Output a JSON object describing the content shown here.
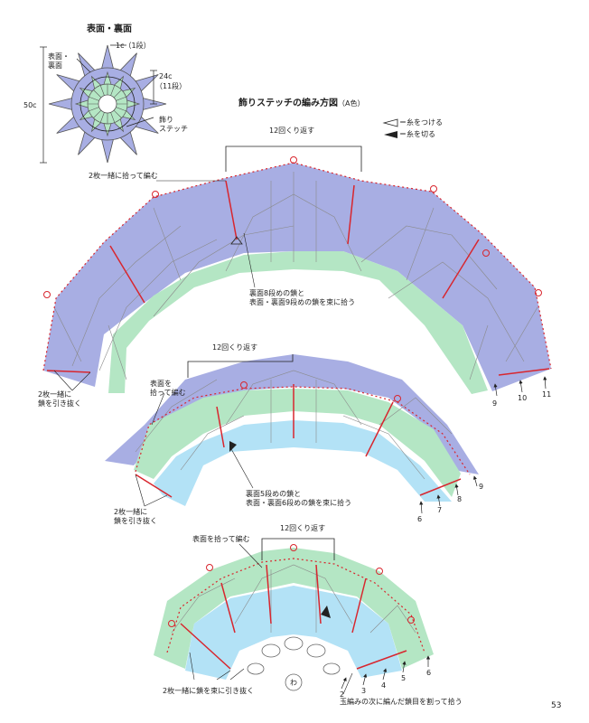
{
  "thumb": {
    "title": "表面・裏面",
    "label_front_back": "表面・\n裏面",
    "label_1c": "1c（1段）",
    "label_24c": "24c",
    "label_11": "（11段）",
    "label_50c": "50c",
    "label_deco": "飾り\nステッチ"
  },
  "chart_title": "飾りステッチの編み方図",
  "chart_title_color": "（A色）",
  "legend": {
    "attach": "＝糸をつける",
    "cut": "＝糸を切る"
  },
  "top": {
    "repeat": "12回くり返す",
    "pick2": "2枚一緒に拾って編む",
    "note": "裏面8段めの鎖と\n表面・裏面9段めの鎖を束に拾う",
    "pull": "2枚一緒に\n鎖を引き抜く",
    "rows": [
      "9",
      "10",
      "11"
    ]
  },
  "mid": {
    "repeat": "12回くり返す",
    "pick": "表面を\n拾って編む",
    "note": "裏面5段めの鎖と\n表面・裏面6段めの鎖を束に拾う",
    "pull": "2枚一緒に\n鎖を引き抜く",
    "rows": [
      "6",
      "7",
      "8",
      "9"
    ]
  },
  "bottom": {
    "repeat": "12回くり返す",
    "pick": "表面を拾って編む",
    "pull": "2枚一緒に鎖を束に引き抜く",
    "note": "玉編みの次に編んだ鎖目を割って拾う",
    "ring": "わ",
    "rows": [
      "2",
      "3",
      "4",
      "5",
      "6"
    ]
  },
  "page_number": "53",
  "colors": {
    "purple": "#a8aee3",
    "green": "#b4e6c4",
    "blue": "#b3e2f6",
    "red": "#d8262e",
    "line": "#777777"
  }
}
